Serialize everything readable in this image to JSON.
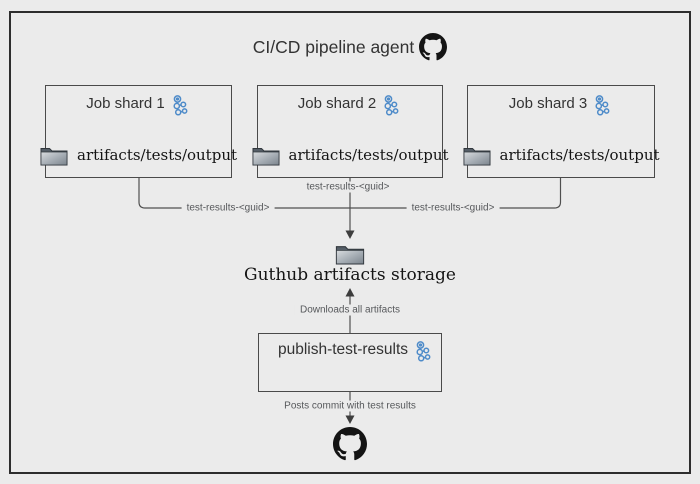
{
  "title": "CI/CD pipeline agent",
  "shards": [
    {
      "label": "Job shard 1",
      "folder_path": "artifacts/tests/output"
    },
    {
      "label": "Job shard 2",
      "folder_path": "artifacts/tests/output"
    },
    {
      "label": "Job shard 3",
      "folder_path": "artifacts/tests/output"
    }
  ],
  "edges": {
    "shard1_to_storage": "test-results-<guid>",
    "shard2_to_storage": "test-results-<guid>",
    "shard3_to_storage": "test-results-<guid>",
    "publish_to_storage": "Downloads all artifacts",
    "publish_to_github": "Posts commit with test results"
  },
  "storage": {
    "label": "Guthub artifacts storage"
  },
  "publish": {
    "label": "publish-test-results"
  },
  "icons": {
    "github": "github-octocat-icon",
    "workflow": "workflow-cluster-icon",
    "folder": "folder-icon"
  },
  "colors": {
    "background": "#ebebeb",
    "frame_border": "#2d2d2d",
    "box_border": "#4a4a4a",
    "connector": "#4f4f4f",
    "arrowhead": "#3d3d3d",
    "heading_text": "#333333",
    "label_text": "#56585b",
    "serif_text": "#141414",
    "accent_blue": "#4e8bc9",
    "github_mark": "#141414"
  }
}
